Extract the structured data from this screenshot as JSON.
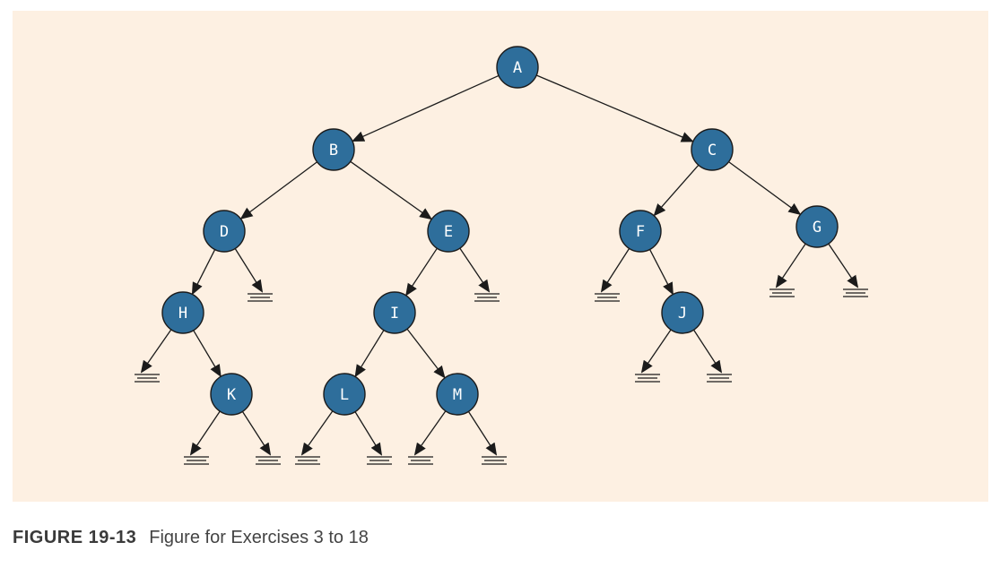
{
  "figure": {
    "label": "FIGURE 19-13",
    "caption": "Figure for Exercises 3 to 18"
  },
  "tree": {
    "nodes": [
      {
        "id": "A",
        "label": "A"
      },
      {
        "id": "B",
        "label": "B"
      },
      {
        "id": "C",
        "label": "C"
      },
      {
        "id": "D",
        "label": "D"
      },
      {
        "id": "E",
        "label": "E"
      },
      {
        "id": "F",
        "label": "F"
      },
      {
        "id": "G",
        "label": "G"
      },
      {
        "id": "H",
        "label": "H"
      },
      {
        "id": "I",
        "label": "I"
      },
      {
        "id": "J",
        "label": "J"
      },
      {
        "id": "K",
        "label": "K"
      },
      {
        "id": "L",
        "label": "L"
      },
      {
        "id": "M",
        "label": "M"
      }
    ],
    "edges": [
      {
        "from": "A",
        "to": "B"
      },
      {
        "from": "A",
        "to": "C"
      },
      {
        "from": "B",
        "to": "D"
      },
      {
        "from": "B",
        "to": "E"
      },
      {
        "from": "C",
        "to": "F"
      },
      {
        "from": "C",
        "to": "G"
      },
      {
        "from": "D",
        "to": "H"
      },
      {
        "from": "D",
        "to": "null"
      },
      {
        "from": "E",
        "to": "I"
      },
      {
        "from": "E",
        "to": "null"
      },
      {
        "from": "F",
        "to": "null"
      },
      {
        "from": "F",
        "to": "J"
      },
      {
        "from": "G",
        "to": "null"
      },
      {
        "from": "G",
        "to": "null"
      },
      {
        "from": "H",
        "to": "null"
      },
      {
        "from": "H",
        "to": "K"
      },
      {
        "from": "I",
        "to": "L"
      },
      {
        "from": "I",
        "to": "M"
      },
      {
        "from": "J",
        "to": "null"
      },
      {
        "from": "J",
        "to": "null"
      },
      {
        "from": "K",
        "to": "null"
      },
      {
        "from": "K",
        "to": "null"
      },
      {
        "from": "L",
        "to": "null"
      },
      {
        "from": "L",
        "to": "null"
      },
      {
        "from": "M",
        "to": "null"
      },
      {
        "from": "M",
        "to": "null"
      }
    ],
    "colors": {
      "node_fill": "#2e6e9b",
      "background": "#fdf0e2",
      "edge": "#1b1b1b"
    }
  }
}
